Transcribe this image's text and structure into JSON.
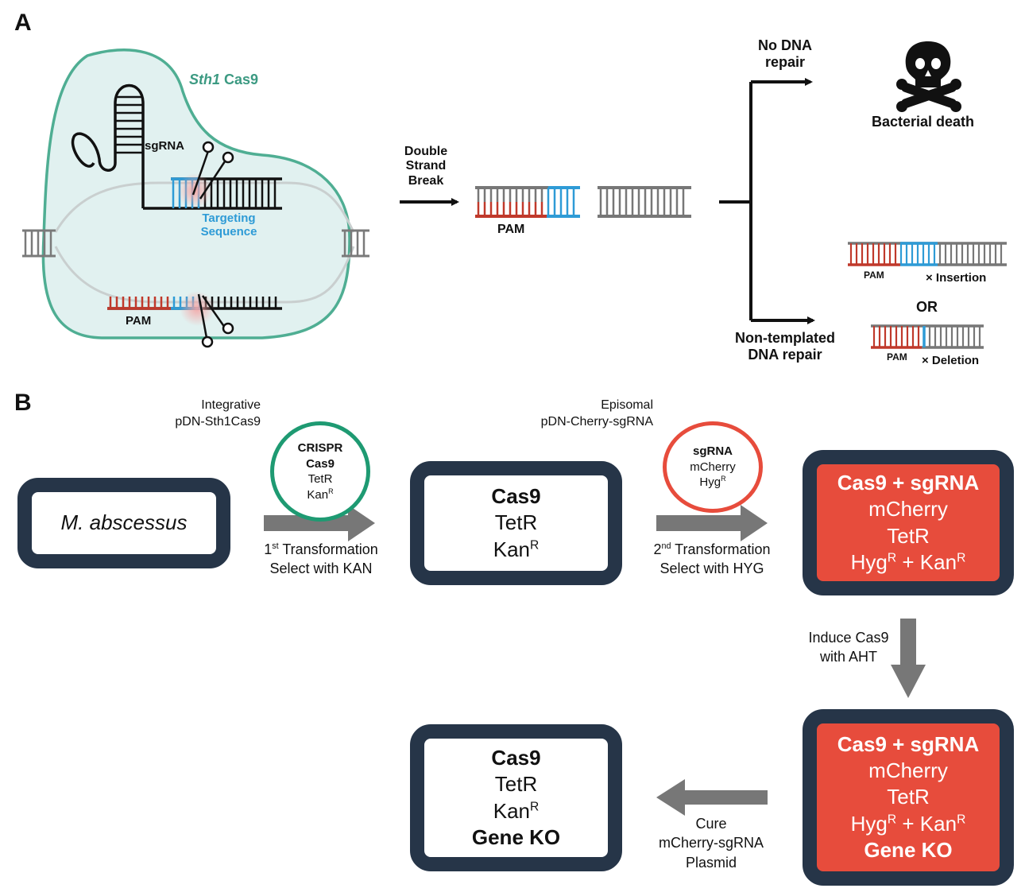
{
  "panel_a": {
    "letter": "A",
    "cas9_italic": "Sth1",
    "cas9_rest": " Cas9",
    "sgrna": "sgRNA",
    "targeting_line1": "Targeting",
    "targeting_line2": "Sequence",
    "pam": "PAM",
    "dsb": [
      "Double",
      "Strand",
      "Break"
    ],
    "no_repair": [
      "No DNA",
      "repair"
    ],
    "bacterial_death": "Bacterial death",
    "insertion": "× Insertion",
    "or": "OR",
    "deletion": "× Deletion",
    "nontemplated": [
      "Non-templated",
      "DNA repair"
    ]
  },
  "panel_b": {
    "letter": "B",
    "integrative": [
      "Integrative",
      "pDN-Sth1Cas9"
    ],
    "episomal": [
      "Episomal",
      "pDN-Cherry-sgRNA"
    ],
    "plasmid1": [
      "CRISPR",
      "Cas9",
      "TetR",
      "Kan",
      "R"
    ],
    "plasmid2": [
      "sgRNA",
      "mCherry",
      "Hyg",
      "R"
    ],
    "start_box": "M. abscessus",
    "box1": [
      "Cas9",
      "TetR",
      "Kan",
      "R"
    ],
    "box2": [
      "Cas9 + sgRNA",
      "mCherry",
      "TetR",
      "Hyg",
      "R",
      " + Kan",
      "R"
    ],
    "box3": [
      "Cas9 + sgRNA",
      "mCherry",
      "TetR",
      "Hyg",
      "R",
      " + Kan",
      "R",
      "Gene KO"
    ],
    "box4": [
      "Cas9",
      "TetR",
      "Kan",
      "R",
      "Gene KO"
    ],
    "transform1": [
      "1",
      "st",
      " Transformation",
      "Select with KAN"
    ],
    "transform2": [
      "2",
      "nd",
      " Transformation",
      "Select with HYG"
    ],
    "induce": [
      "Induce Cas9",
      "with AHT"
    ],
    "cure": [
      "Cure",
      "mCherry-sgRNA",
      "Plasmid"
    ]
  },
  "colors": {
    "cas9_green": "#3c9a82",
    "pam_red": "#c0392b",
    "target_blue": "#2e9bd6",
    "box_navy": "#263548",
    "box_red": "#e74c3c",
    "plasmid2_red": "#e74c3c",
    "arrow_gray": "#777777"
  }
}
